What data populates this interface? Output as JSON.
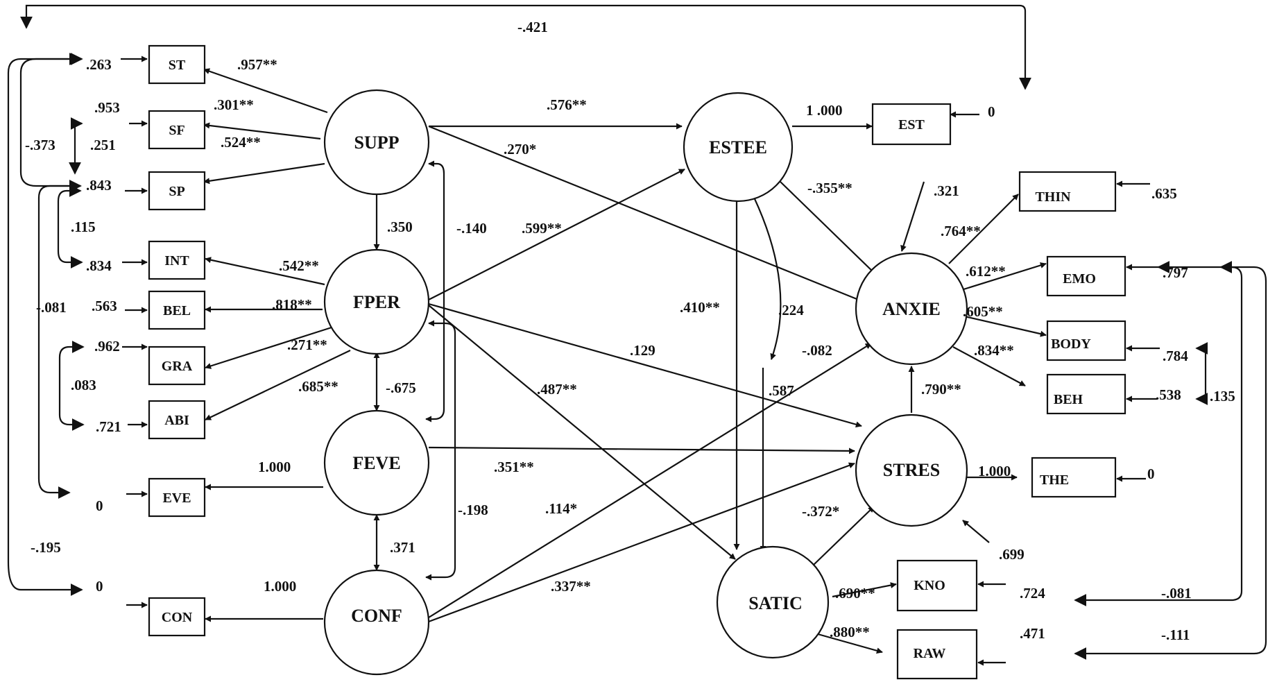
{
  "colors": {
    "ink": "#111111",
    "background": "#ffffff"
  },
  "latent_variables": {
    "supp": "SUPP",
    "fper": "FPER",
    "feve": "FEVE",
    "conf": "CONF",
    "estee": "ESTEE",
    "anxie": "ANXIE",
    "stres": "STRES",
    "satic": "SATIC"
  },
  "observed_variables": {
    "st": "ST",
    "sf": "SF",
    "sp": "SP",
    "int": "INT",
    "bel": "BEL",
    "gra": "GRA",
    "abi": "ABI",
    "eve": "EVE",
    "con": "CON",
    "est": "EST",
    "thin": "THIN",
    "emo": "EMO",
    "body": "BODY",
    "beh": "BEH",
    "the": "THE",
    "kno": "KNO",
    "raw": "RAW"
  },
  "error_variances": {
    "st": ".263",
    "sf_a": ".953",
    "sf_b": ".251",
    "sp": ".843",
    "int": ".834",
    "bel": ".563",
    "gra": ".962",
    "abi": ".721",
    "eve": "0",
    "con": "0",
    "est": "0",
    "thin": ".635",
    "emo": ".797",
    "body": ".784",
    "beh": ".538",
    "the": "0",
    "kno": ".724",
    "raw": ".471",
    "anxie": ".321",
    "stres": ".699"
  },
  "loadings": {
    "supp_st": ".957**",
    "supp_sf": ".301**",
    "supp_sp": ".524**",
    "fper_int": ".542**",
    "fper_bel": ".818**",
    "fper_gra": ".271**",
    "fper_abi": ".685**",
    "feve_eve": "1.000",
    "conf_con": "1.000",
    "estee_est": "1 .000",
    "anxie_thin": ".764**",
    "anxie_emo": ".612**",
    "anxie_body": ".605**",
    "anxie_beh": ".834**",
    "stres_the": "1.000",
    "satic_kno": ".690**",
    "satic_raw": ".880**"
  },
  "paths": {
    "supp_estee": ".576**",
    "supp_anxie": ".270*",
    "fper_estee": ".599**",
    "fper_stres": ".129",
    "fper_satic": ".487**",
    "feve_stres": ".351**",
    "conf_anxie": ".114*",
    "conf_stres": ".337**",
    "estee_anxie": "-.355**",
    "estee_satic": ".410**",
    "stres_anxie": ".790**",
    "satic_stres": "-.372*"
  },
  "correlations": {
    "supp_fper": ".350",
    "supp_feve": "-.140",
    "fper_feve": "-.675",
    "feve_conf": ".371",
    "fper_conf": "-.198",
    "estee_satic": ".224",
    "estee_satic_b": "-.082",
    "satic_stres": ".587"
  },
  "error_covariances": {
    "st_est": "-.421",
    "st_sp": "-.373",
    "sp_int": ".115",
    "sp_eve": "-.081",
    "gra_abi": ".083",
    "st_con": "-.195",
    "body_beh": ".135",
    "emo_kno": "-.081",
    "emo_raw": "-.111"
  }
}
